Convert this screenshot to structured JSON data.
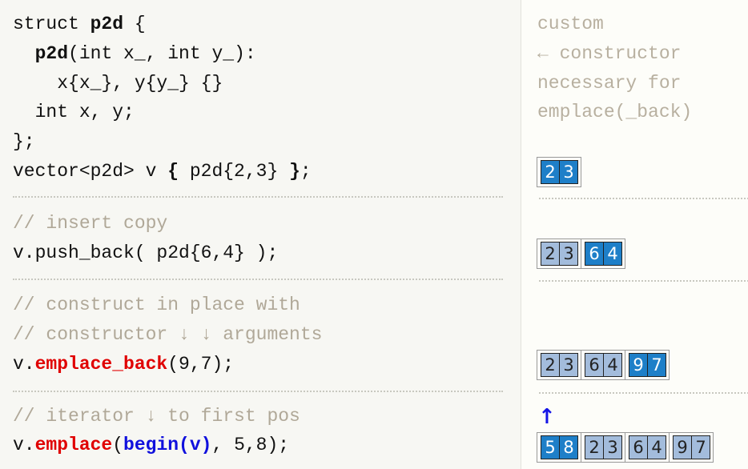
{
  "code_lines": [
    [
      {
        "t": "struct "
      },
      {
        "t": "p2d",
        "c": "b"
      },
      {
        "t": " {"
      }
    ],
    [
      {
        "t": "  "
      },
      {
        "t": "p2d",
        "c": "b"
      },
      {
        "t": "(int x_, int y_):"
      }
    ],
    [
      {
        "t": "    x{x_}, y{y_} {}"
      }
    ],
    [
      {
        "t": "  int x, y;"
      }
    ],
    [
      {
        "t": "};"
      }
    ],
    [
      {
        "t": "vector<p2d> v "
      },
      {
        "t": "{",
        "c": "b"
      },
      {
        "t": " p2d{2,3} "
      },
      {
        "t": "}",
        "c": "b"
      },
      {
        "t": ";"
      }
    ],
    [
      {
        "t": "// insert copy",
        "c": "cm"
      }
    ],
    [
      {
        "t": "v.push_back( p2d{6,4} );"
      }
    ],
    [
      {
        "t": "// construct in place with",
        "c": "cm"
      }
    ],
    [
      {
        "t": "// constructor ↓ ↓ arguments",
        "c": "cm"
      }
    ],
    [
      {
        "t": "v."
      },
      {
        "t": "emplace_back",
        "c": "red"
      },
      {
        "t": "(9,7);"
      }
    ],
    [
      {
        "t": "// iterator ↓ to first pos",
        "c": "cm"
      }
    ],
    [
      {
        "t": "v."
      },
      {
        "t": "emplace",
        "c": "red"
      },
      {
        "t": "("
      },
      {
        "t": "begin(v)",
        "c": "blue"
      },
      {
        "t": ", 5,8);"
      }
    ]
  ],
  "notes": [
    "custom",
    "← constructor",
    "necessary for",
    "emplace(_back)"
  ],
  "vectors": [
    [
      {
        "vals": [
          "2",
          "3"
        ],
        "new": true
      }
    ],
    [
      {
        "vals": [
          "2",
          "3"
        ],
        "new": false
      },
      {
        "vals": [
          "6",
          "4"
        ],
        "new": true
      }
    ],
    [
      {
        "vals": [
          "2",
          "3"
        ],
        "new": false
      },
      {
        "vals": [
          "6",
          "4"
        ],
        "new": false
      },
      {
        "vals": [
          "9",
          "7"
        ],
        "new": true
      }
    ],
    [
      {
        "vals": [
          "5",
          "8"
        ],
        "new": true
      },
      {
        "vals": [
          "2",
          "3"
        ],
        "new": false
      },
      {
        "vals": [
          "6",
          "4"
        ],
        "new": false
      },
      {
        "vals": [
          "9",
          "7"
        ],
        "new": false
      }
    ]
  ],
  "arrow_icon": "↑",
  "colors": {
    "new_element": "#1e7fc8",
    "old_element": "#a3bcdc",
    "function": "#e00000",
    "iterator": "#1010dd",
    "comment": "#b0a898"
  }
}
